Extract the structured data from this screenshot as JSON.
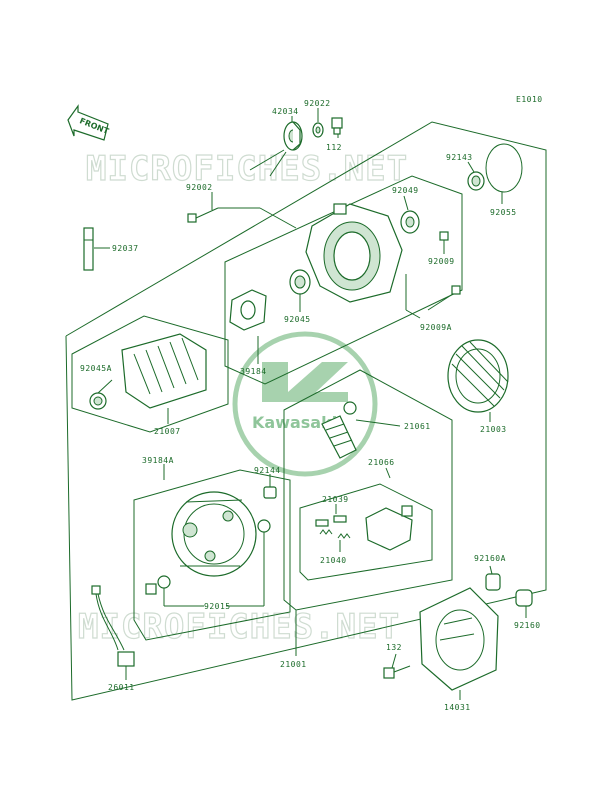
{
  "diagram_code": "E1010",
  "direction_label": "FRONT",
  "watermark": "MICROFICHES.NET",
  "logo": "Kawasaki",
  "parts": {
    "p42034": "42034",
    "p92022": "92022",
    "p112": "112",
    "p92143": "92143",
    "p92055": "92055",
    "p92002": "92002",
    "p92049": "92049",
    "p92037": "92037",
    "p92009": "92009",
    "p92045": "92045",
    "p92009A": "92009A",
    "p92045A": "92045A",
    "p39184": "39184",
    "p21003": "21003",
    "p21007": "21007",
    "p21061": "21061",
    "p39184A": "39184A",
    "p92144": "92144",
    "p21066": "21066",
    "p21039": "21039",
    "p21040": "21040",
    "p92015": "92015",
    "p92160A": "92160A",
    "p92160": "92160",
    "p21001": "21001",
    "p132": "132",
    "p26011": "26011",
    "p14031": "14031"
  }
}
